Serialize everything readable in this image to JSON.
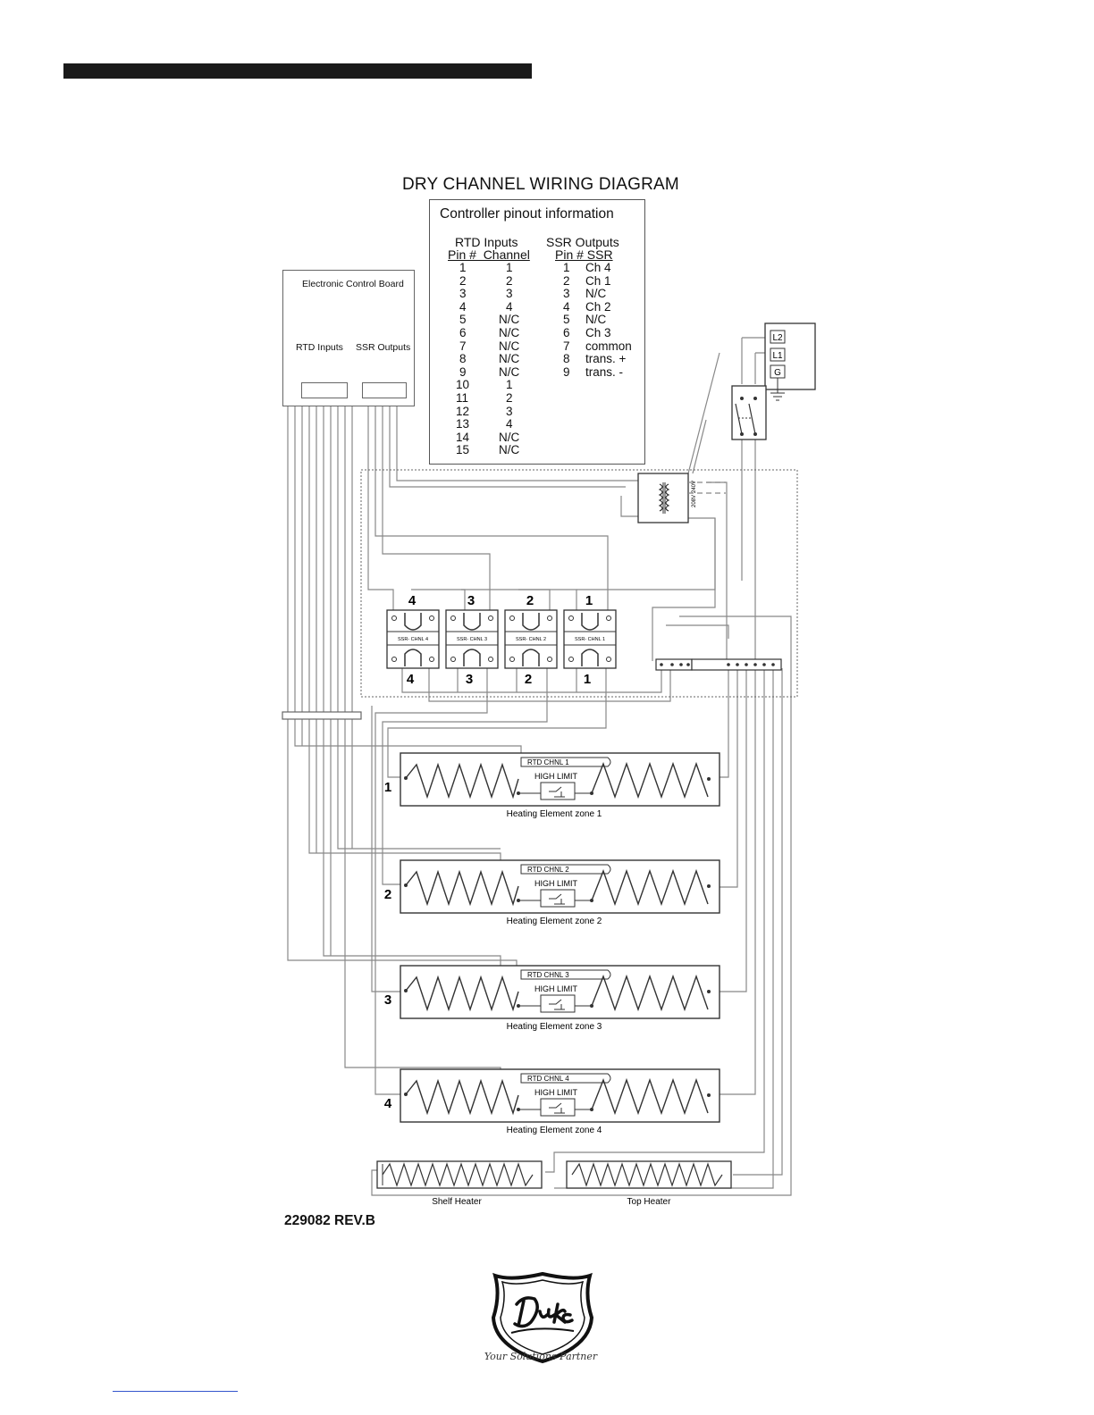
{
  "diagram": {
    "title": "DRY CHANNEL WIRING DIAGRAM",
    "pinout": {
      "title": "Controller pinout information",
      "rtd_heading": "RTD Inputs",
      "rtd_sub": "Pin #  Channel",
      "ssr_heading": "SSR Outputs",
      "ssr_sub": "Pin # SSR",
      "rtd_rows": [
        [
          "1",
          "1"
        ],
        [
          "2",
          "2"
        ],
        [
          "3",
          "3"
        ],
        [
          "4",
          "4"
        ],
        [
          "5",
          "N/C"
        ],
        [
          "6",
          "N/C"
        ],
        [
          "7",
          "N/C"
        ],
        [
          "8",
          "N/C"
        ],
        [
          "9",
          "N/C"
        ],
        [
          "10",
          "1"
        ],
        [
          "11",
          "2"
        ],
        [
          "12",
          "3"
        ],
        [
          "13",
          "4"
        ],
        [
          "14",
          "N/C"
        ],
        [
          "15",
          "N/C"
        ]
      ],
      "ssr_rows": [
        [
          "1",
          "Ch 4"
        ],
        [
          "2",
          "Ch 1"
        ],
        [
          "3",
          "N/C"
        ],
        [
          "4",
          "Ch 2"
        ],
        [
          "5",
          "N/C"
        ],
        [
          "6",
          "Ch 3"
        ],
        [
          "7",
          "common"
        ],
        [
          "8",
          "trans. +"
        ],
        [
          "9",
          "trans. -"
        ]
      ]
    },
    "control_board": {
      "title": "Electronic Control Board",
      "rtd_label": "RTD Inputs",
      "ssr_label": "SSR Outputs"
    },
    "power_terminals": [
      "L2",
      "L1",
      "G"
    ],
    "transformer_labels": [
      "240V",
      "208V"
    ],
    "ssr_top_numbers": [
      "4",
      "3",
      "2",
      "1"
    ],
    "ssr_bottom_numbers": [
      "4",
      "3",
      "2",
      "1"
    ],
    "ssr_labels": [
      "SSR- CHNL 4",
      "SSR- CHNL 3",
      "SSR- CHNL 2",
      "SSR- CHNL 1"
    ],
    "zones": [
      {
        "number": "1",
        "rtd": "RTD CHNL 1",
        "limit": "HIGH LIMIT",
        "name": "Heating Element zone 1"
      },
      {
        "number": "2",
        "rtd": "RTD CHNL 2",
        "limit": "HIGH LIMIT",
        "name": "Heating Element zone 2"
      },
      {
        "number": "3",
        "rtd": "RTD CHNL 3",
        "limit": "HIGH LIMIT",
        "name": "Heating Element zone 3"
      },
      {
        "number": "4",
        "rtd": "RTD CHNL 4",
        "limit": "HIGH LIMIT",
        "name": "Heating Element zone 4"
      }
    ],
    "shelf_heater": "Shelf Heater",
    "top_heater": "Top Heater",
    "doc_number": "229082 REV.B"
  },
  "logo": {
    "brand": "Duke",
    "tagline": "Your Solutions Partner"
  }
}
